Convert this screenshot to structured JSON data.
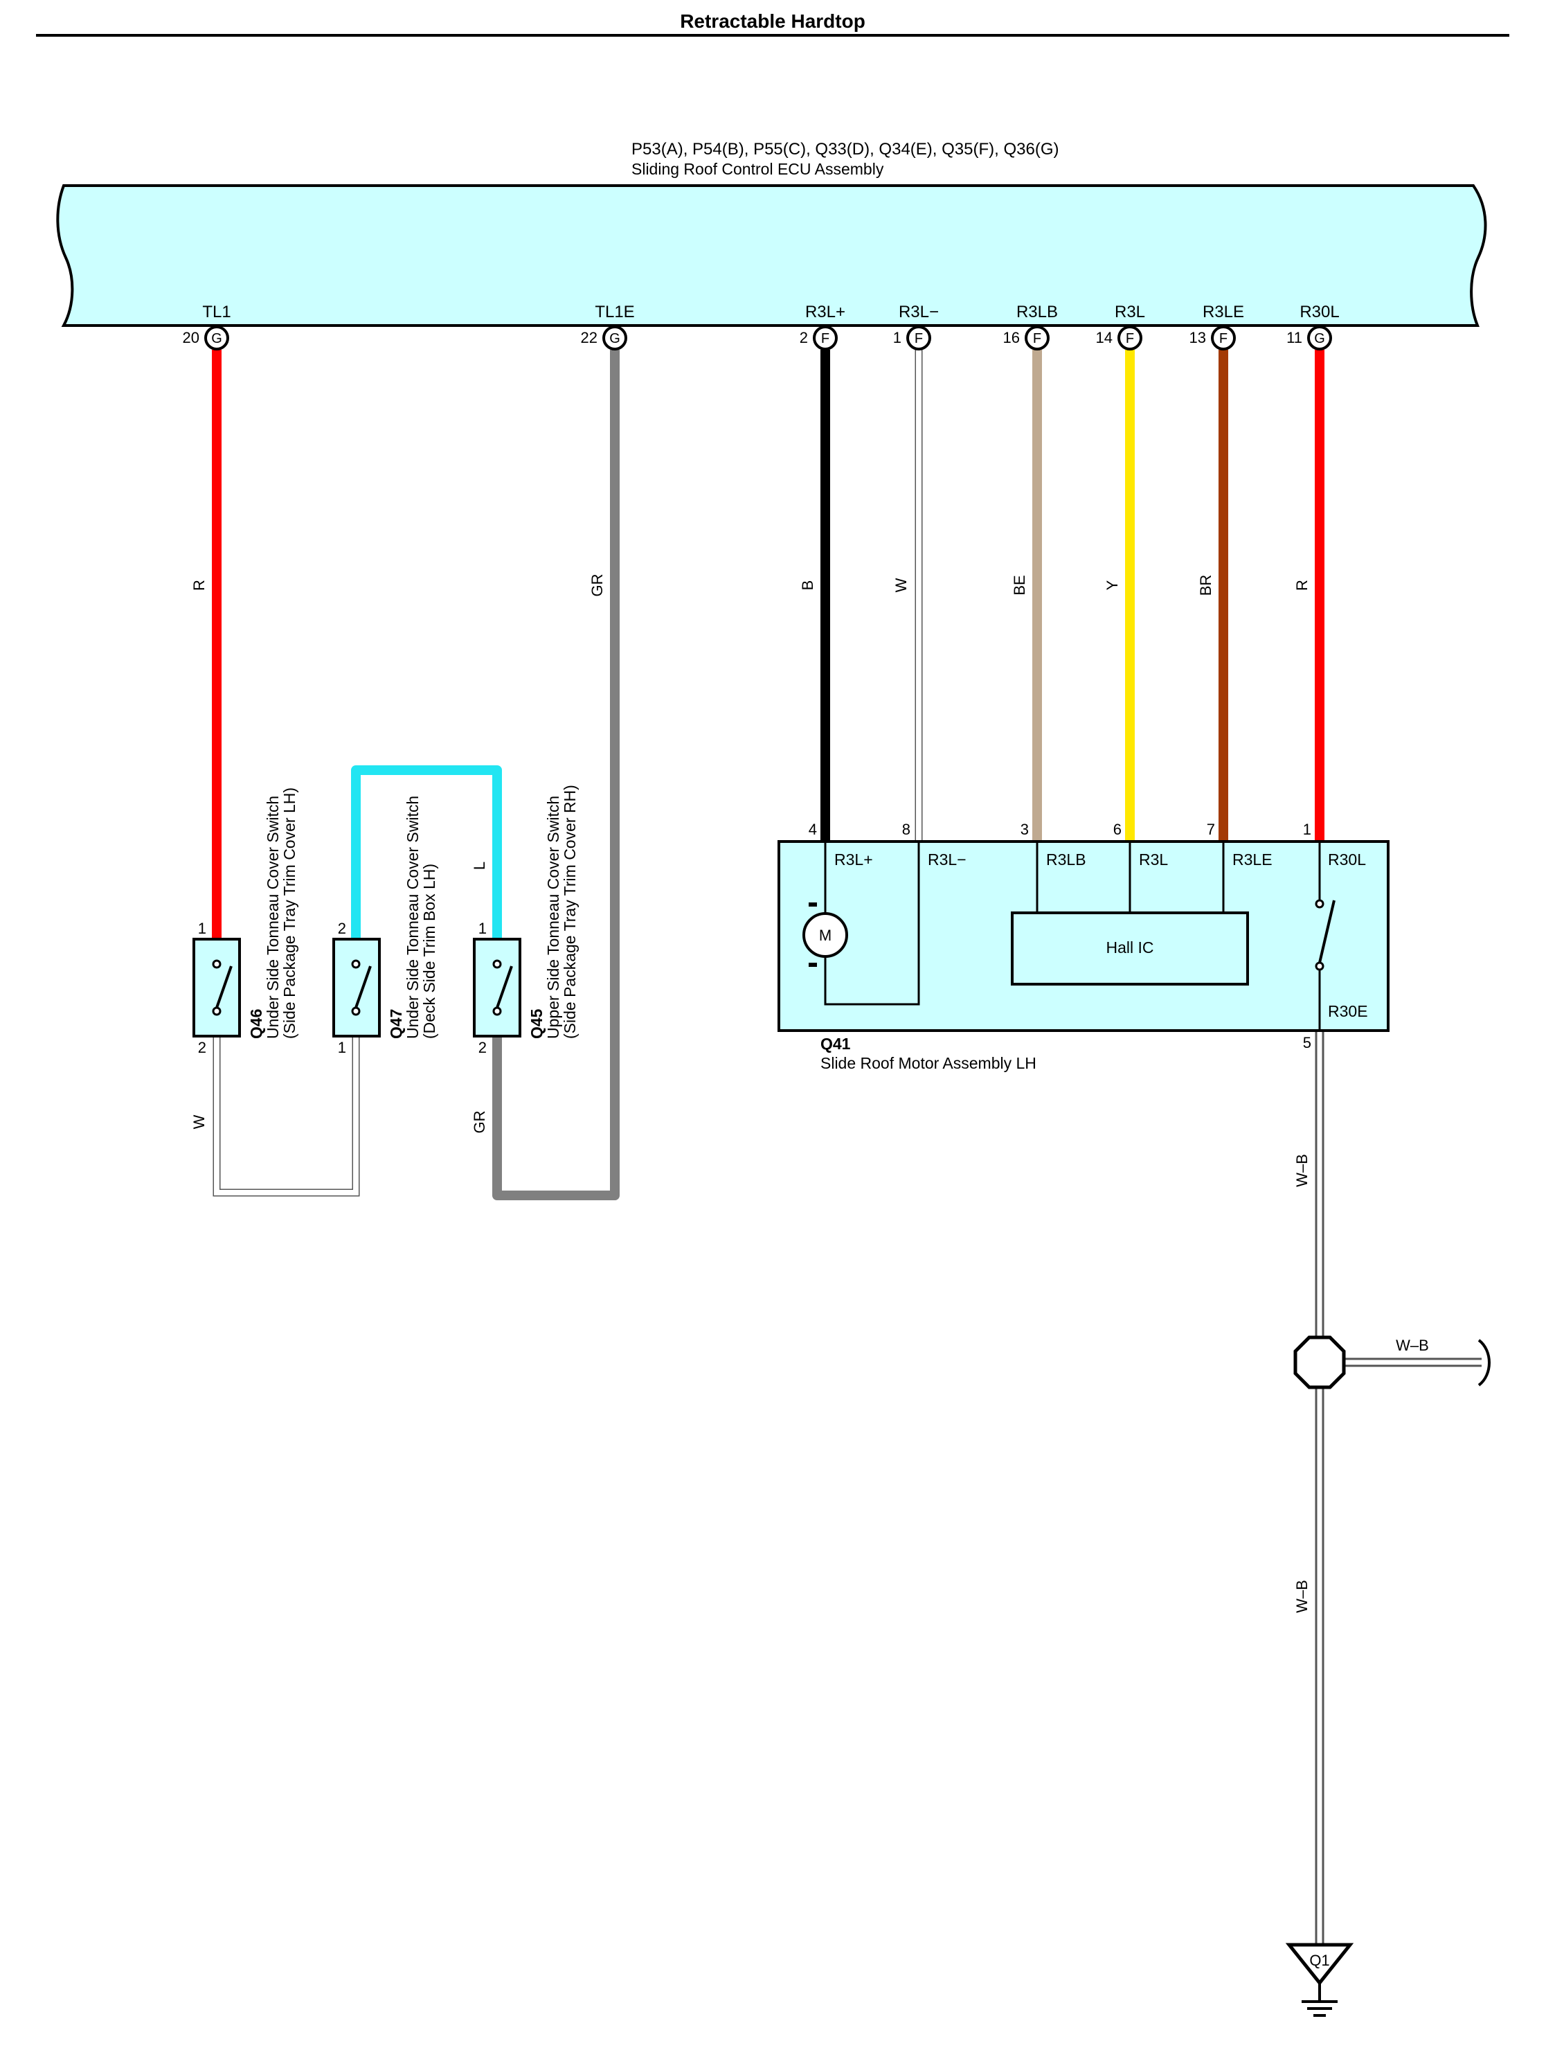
{
  "page": {
    "title": "Retractable Hardtop"
  },
  "ecu": {
    "connectors_label": "P53(A), P54(B), P55(C), Q33(D), Q34(E), Q35(F), Q36(G)",
    "name": "Sliding Roof Control ECU Assembly",
    "terminals": [
      {
        "label": "TL1",
        "pin": "20",
        "conn": "G"
      },
      {
        "label": "TL1E",
        "pin": "22",
        "conn": "G"
      },
      {
        "label": "R3L+",
        "pin": "2",
        "conn": "F"
      },
      {
        "label": "R3L−",
        "pin": "1",
        "conn": "F"
      },
      {
        "label": "R3LB",
        "pin": "16",
        "conn": "F"
      },
      {
        "label": "R3L",
        "pin": "14",
        "conn": "F"
      },
      {
        "label": "R3LE",
        "pin": "13",
        "conn": "F"
      },
      {
        "label": "R30L",
        "pin": "11",
        "conn": "G"
      }
    ]
  },
  "wires": {
    "tl1": "R",
    "tl1e": "GR",
    "r3lp": "B",
    "r3lm": "W",
    "r3lb": "BE",
    "r3l": "Y",
    "r3le": "BR",
    "r30l": "R",
    "q47_q45": "L",
    "q46_q47": "W",
    "q45_ecu": "GR",
    "r30e_top": "W–B",
    "r30e_bottom": "W–B",
    "branch": "W–B"
  },
  "wire_colors": {
    "R": "#ff0000",
    "GR": "#808080",
    "B": "#000000",
    "W": "#ffffff",
    "BE": "#bfa990",
    "Y": "#ffe800",
    "BR": "#a33a05",
    "L": "#22e5f2"
  },
  "switches": {
    "q46": {
      "code": "Q46",
      "name": "Under Side Tonneau Cover Switch",
      "detail": "(Side Package Tray Trim Cover LH)",
      "pin_top": "1",
      "pin_bottom": "2"
    },
    "q47": {
      "code": "Q47",
      "name": "Under Side Tonneau Cover Switch",
      "detail": "(Deck Side Trim Box LH)",
      "pin_top": "2",
      "pin_bottom": "1"
    },
    "q45": {
      "code": "Q45",
      "name": "Upper Side Tonneau Cover Switch",
      "detail": "(Side Package Tray Trim Cover RH)",
      "pin_top": "1",
      "pin_bottom": "2"
    }
  },
  "motor": {
    "code": "Q41",
    "name": "Slide Roof Motor Assembly LH",
    "pins": [
      "4",
      "8",
      "3",
      "6",
      "7",
      "1"
    ],
    "terminals": [
      "R3L+",
      "R3L−",
      "R3LB",
      "R3L",
      "R3LE",
      "R30L"
    ],
    "motor_symbol": "M",
    "hall_ic": "Hall IC",
    "r30e_label": "R30E",
    "r30e_pin": "5"
  },
  "ground": {
    "code": "Q1"
  },
  "component_fill": "#ccffff"
}
